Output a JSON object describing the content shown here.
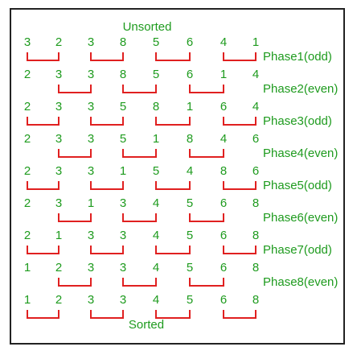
{
  "title_top": "Unsorted",
  "title_bottom": "Sorted",
  "colors": {
    "digit": "#1e9b1e",
    "bracket": "#e02020",
    "frame": "#222222"
  },
  "rows": [
    {
      "values": [
        "3",
        "2",
        "3",
        "8",
        "5",
        "6",
        "4",
        "1"
      ],
      "label": "Phase1(odd)",
      "pairs": [
        [
          0,
          1
        ],
        [
          2,
          3
        ],
        [
          4,
          5
        ],
        [
          6,
          7
        ]
      ]
    },
    {
      "values": [
        "2",
        "3",
        "3",
        "8",
        "5",
        "6",
        "1",
        "4"
      ],
      "label": "Phase2(even)",
      "pairs": [
        [
          1,
          2
        ],
        [
          3,
          4
        ],
        [
          5,
          6
        ]
      ]
    },
    {
      "values": [
        "2",
        "3",
        "3",
        "5",
        "8",
        "1",
        "6",
        "4"
      ],
      "label": "Phase3(odd)",
      "pairs": [
        [
          0,
          1
        ],
        [
          2,
          3
        ],
        [
          4,
          5
        ],
        [
          6,
          7
        ]
      ]
    },
    {
      "values": [
        "2",
        "3",
        "3",
        "5",
        "1",
        "8",
        "4",
        "6"
      ],
      "label": "Phase4(even)",
      "pairs": [
        [
          1,
          2
        ],
        [
          3,
          4
        ],
        [
          5,
          6
        ]
      ]
    },
    {
      "values": [
        "2",
        "3",
        "3",
        "1",
        "5",
        "4",
        "8",
        "6"
      ],
      "label": "Phase5(odd)",
      "pairs": [
        [
          0,
          1
        ],
        [
          2,
          3
        ],
        [
          4,
          5
        ],
        [
          6,
          7
        ]
      ]
    },
    {
      "values": [
        "2",
        "3",
        "1",
        "3",
        "4",
        "5",
        "6",
        "8"
      ],
      "label": "Phase6(even)",
      "pairs": [
        [
          1,
          2
        ],
        [
          3,
          4
        ],
        [
          5,
          6
        ]
      ]
    },
    {
      "values": [
        "2",
        "1",
        "3",
        "3",
        "4",
        "5",
        "6",
        "8"
      ],
      "label": "Phase7(odd)",
      "pairs": [
        [
          0,
          1
        ],
        [
          2,
          3
        ],
        [
          4,
          5
        ],
        [
          6,
          7
        ]
      ]
    },
    {
      "values": [
        "1",
        "2",
        "3",
        "3",
        "4",
        "5",
        "6",
        "8"
      ],
      "label": "Phase8(even)",
      "pairs": [
        [
          1,
          2
        ],
        [
          3,
          4
        ],
        [
          5,
          6
        ]
      ]
    },
    {
      "values": [
        "1",
        "2",
        "3",
        "3",
        "4",
        "5",
        "6",
        "8"
      ],
      "label": "",
      "pairs": [
        [
          0,
          1
        ],
        [
          2,
          3
        ],
        [
          4,
          5
        ],
        [
          6,
          7
        ]
      ]
    }
  ]
}
